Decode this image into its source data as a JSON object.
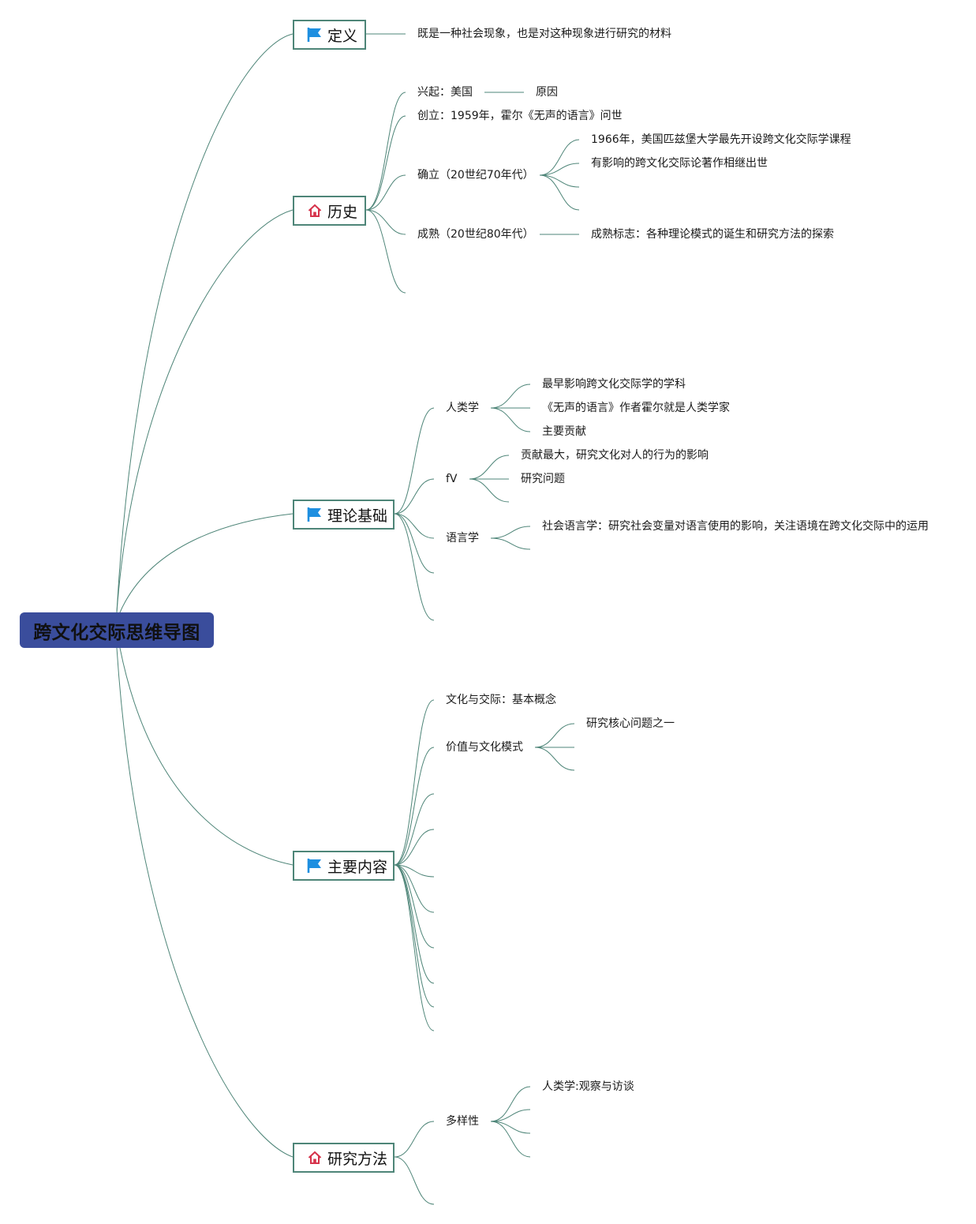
{
  "root": {
    "title": "跨文化交际思维导图"
  },
  "branches": {
    "definition": {
      "label": "定义",
      "icon": "flag-icon",
      "text": "既是一种社会现象，也是对这种现象进行研究的材料"
    },
    "history": {
      "label": "历史",
      "icon": "home-icon",
      "rise": "兴起：美国",
      "rise_reason": "原因",
      "founding": "创立：1959年，霍尔《无声的语言》问世",
      "establish": "确立（20世纪70年代）",
      "establish_items": [
        "1966年，美国匹兹堡大学最先开设跨文化交际学课程",
        "有影响的跨文化交际论著作相继出世"
      ],
      "mature": "成熟（20世纪80年代）",
      "mature_item": "成熟标志：各种理论模式的诞生和研究方法的探索"
    },
    "theory": {
      "label": "理论基础",
      "icon": "flag-icon",
      "anthropology": "人类学",
      "anthropology_items": [
        "最早影响跨文化交际学的学科",
        "《无声的语言》作者霍尔就是人类学家",
        "主要贡献"
      ],
      "fv": "fV",
      "fv_items": [
        "贡献最大，研究文化对人的行为的影响",
        "研究问题"
      ],
      "linguistics": "语言学",
      "linguistics_item": "社会语言学：研究社会变量对语言使用的影响，关注语境在跨文化交际中的运用"
    },
    "content": {
      "label": "主要内容",
      "icon": "flag-icon",
      "culture": "文化与交际：基本概念",
      "values": "价值与文化模式",
      "values_item": "研究核心问题之一"
    },
    "methods": {
      "label": "研究方法",
      "icon": "home-icon",
      "diversity": "多样性",
      "diversity_item": "人类学:观察与访谈"
    }
  },
  "colors": {
    "root_fill": "#3a4d9c",
    "line": "#4e8578",
    "flag": "#1e8fe0",
    "home": "#d6334b"
  }
}
